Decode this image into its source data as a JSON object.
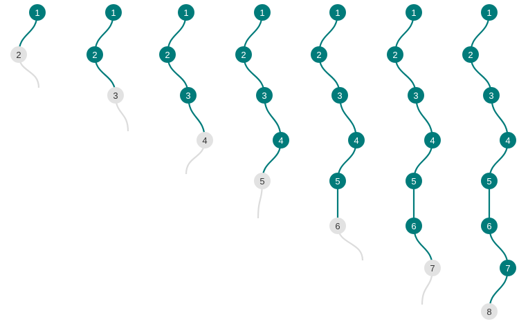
{
  "colors": {
    "active_fill": "#007b7a",
    "active_stroke": "#007b7a",
    "active_text": "#ffffff",
    "pending_fill": "#e2e2e2",
    "pending_stroke": "#dcdcdc",
    "pending_text": "#333333"
  },
  "sequences": [
    {
      "steps": [
        {
          "label": "1",
          "state": "active"
        },
        {
          "label": "2",
          "state": "pending"
        }
      ]
    },
    {
      "steps": [
        {
          "label": "1",
          "state": "active"
        },
        {
          "label": "2",
          "state": "active"
        },
        {
          "label": "3",
          "state": "pending"
        }
      ]
    },
    {
      "steps": [
        {
          "label": "1",
          "state": "active"
        },
        {
          "label": "2",
          "state": "active"
        },
        {
          "label": "3",
          "state": "active"
        },
        {
          "label": "4",
          "state": "pending"
        }
      ]
    },
    {
      "steps": [
        {
          "label": "1",
          "state": "active"
        },
        {
          "label": "2",
          "state": "active"
        },
        {
          "label": "3",
          "state": "active"
        },
        {
          "label": "4",
          "state": "active"
        },
        {
          "label": "5",
          "state": "pending"
        }
      ]
    },
    {
      "steps": [
        {
          "label": "1",
          "state": "active"
        },
        {
          "label": "2",
          "state": "active"
        },
        {
          "label": "3",
          "state": "active"
        },
        {
          "label": "4",
          "state": "active"
        },
        {
          "label": "5",
          "state": "active"
        },
        {
          "label": "6",
          "state": "pending"
        }
      ]
    },
    {
      "steps": [
        {
          "label": "1",
          "state": "active"
        },
        {
          "label": "2",
          "state": "active"
        },
        {
          "label": "3",
          "state": "active"
        },
        {
          "label": "4",
          "state": "active"
        },
        {
          "label": "5",
          "state": "active"
        },
        {
          "label": "6",
          "state": "active"
        },
        {
          "label": "7",
          "state": "pending"
        }
      ]
    },
    {
      "steps": [
        {
          "label": "1",
          "state": "active"
        },
        {
          "label": "2",
          "state": "active"
        },
        {
          "label": "3",
          "state": "active"
        },
        {
          "label": "4",
          "state": "active"
        },
        {
          "label": "5",
          "state": "active"
        },
        {
          "label": "6",
          "state": "active"
        },
        {
          "label": "7",
          "state": "active"
        },
        {
          "label": "8",
          "state": "pending"
        }
      ]
    }
  ]
}
